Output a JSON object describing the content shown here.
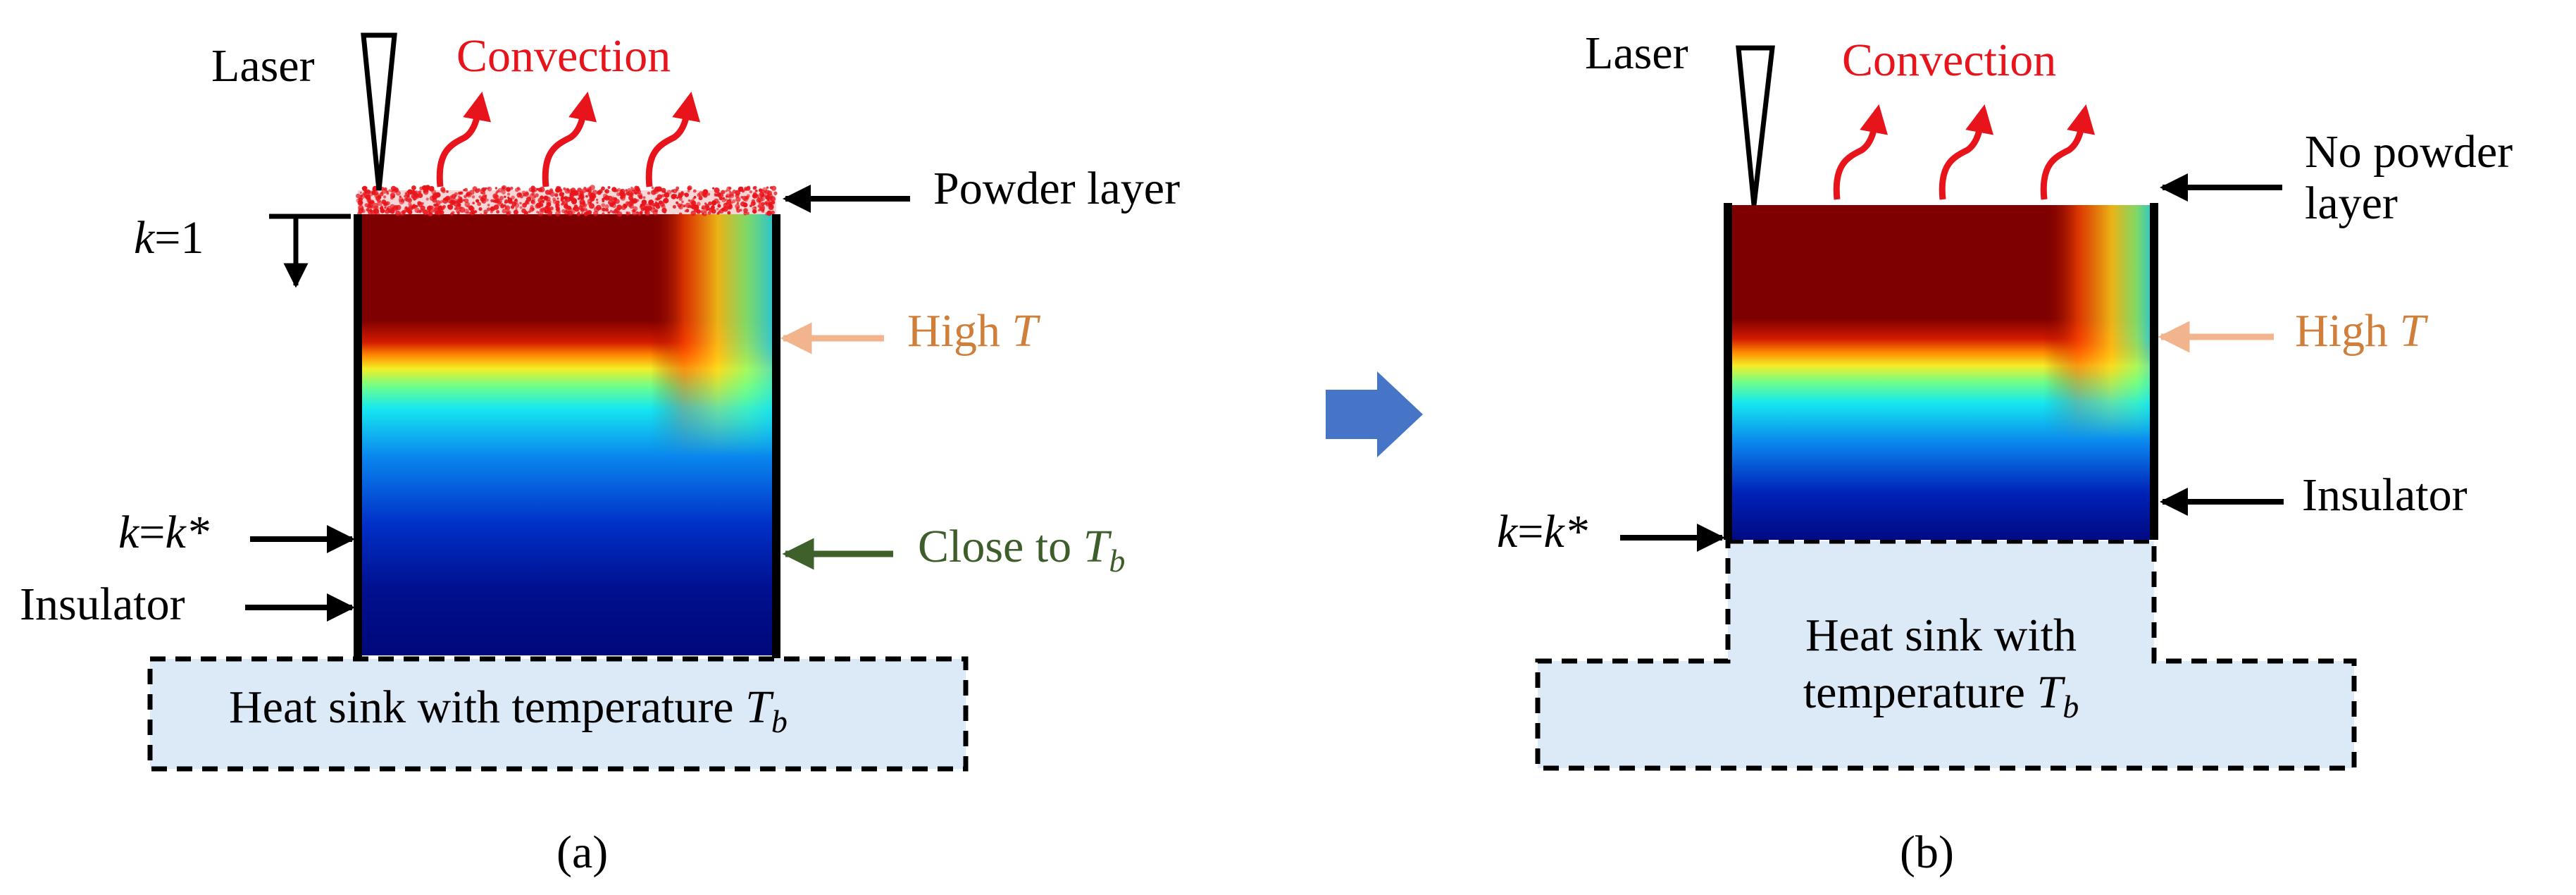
{
  "colors": {
    "convection": "#e8141b",
    "high_t": "#d07f3b",
    "high_t_arrow": "#f2b48c",
    "close_tb": "#3d5e2a",
    "close_tb_arrow": "#3f5f2b",
    "sink_fill": "#dce9f6",
    "next_arrow": "#4674c6",
    "powder": "#e8141b"
  },
  "panel_a": {
    "laser": "Laser",
    "convection": "Convection",
    "powder_layer": "Powder layer",
    "k_top_var": "k",
    "k_top_val": "=1",
    "high_prefix": "High ",
    "high_var": "T",
    "k_star_var": "k",
    "k_star_eq": "=",
    "k_star_val": "k*",
    "insulator": "Insulator",
    "close_prefix": "Close to ",
    "close_var": "T",
    "close_sub": "b",
    "heat_sink_text": "Heat sink with temperature ",
    "heat_sink_var": "T",
    "heat_sink_sub": "b",
    "caption": "(a)"
  },
  "panel_b": {
    "laser": "Laser",
    "convection": "Convection",
    "no_powder_line1": "No powder",
    "no_powder_line2": "layer",
    "high_prefix": "High ",
    "high_var": "T",
    "insulator": "Insulator",
    "k_star_var": "k",
    "k_star_eq": "=",
    "k_star_val": "k*",
    "heat_sink_line1": "Heat sink with",
    "heat_sink_line2": "temperature ",
    "heat_sink_var": "T",
    "heat_sink_sub": "b",
    "caption": "(b)"
  }
}
